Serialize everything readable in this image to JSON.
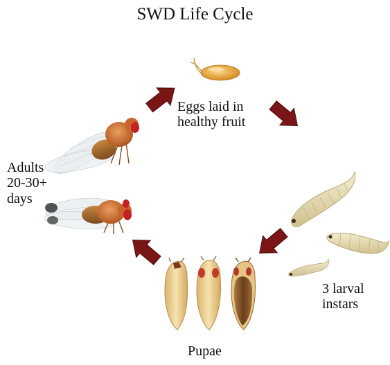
{
  "diagram": {
    "title": "SWD Life Cycle",
    "stages": {
      "eggs": {
        "label": "Eggs laid in\nhealthy fruit"
      },
      "larvae": {
        "label": "3 larval\ninstars"
      },
      "pupae": {
        "label": "Pupae"
      },
      "adults": {
        "label": "Adults\n20-30+\ndays"
      }
    }
  },
  "colors": {
    "arrow": "#7a1616",
    "arrow_edge": "#4a0a0a",
    "egg": "#e8a83c",
    "larva": "#e7dcae",
    "pupa": "#efd49a",
    "fly_body": "#c8642a",
    "fly_eye": "#c42222"
  },
  "icons": [
    "cycle-arrow-icon",
    "egg-icon",
    "larva-icon",
    "pupa-icon",
    "fly-icon"
  ]
}
